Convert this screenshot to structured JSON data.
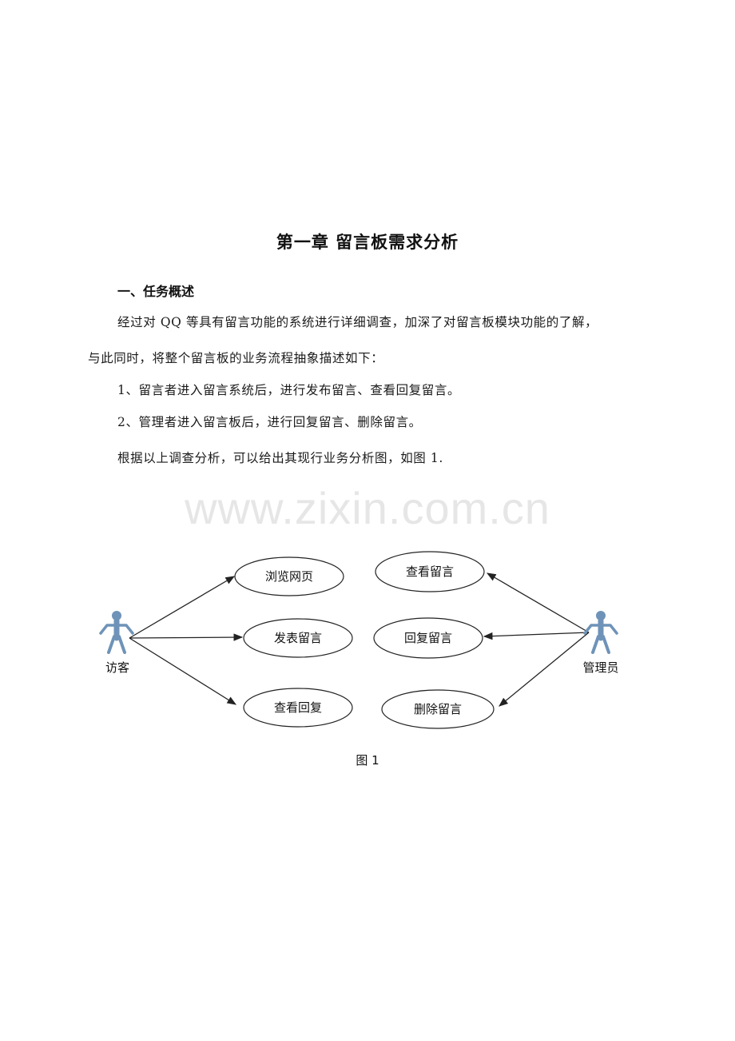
{
  "document": {
    "chapter_title": "第一章 留言板需求分析",
    "section_heading": "一、任务概述",
    "paragraphs": {
      "intro_line1": "经过对 QQ 等具有留言功能的系统进行详细调查，加深了对留言板模块功能的了解，",
      "intro_line2": "与此同时，将整个留言板的业务流程抽象描述如下：",
      "item1": "1、留言者进入留言系统后，进行发布留言、查看回复留言。",
      "item2": "2、管理者进入留言板后，进行回复留言、删除留言。",
      "conclusion": "根据以上调查分析，可以给出其现行业务分析图，如图 1."
    },
    "watermark": "www.zixin.com.cn",
    "figure_caption": "图 1"
  },
  "diagram": {
    "actor_color": "#6f93b8",
    "line_color": "#222222",
    "actors": {
      "visitor": {
        "label": "访客"
      },
      "admin": {
        "label": "管理员"
      }
    },
    "visitor_use_cases": [
      {
        "label": "浏览网页"
      },
      {
        "label": "发表留言"
      },
      {
        "label": "查看回复"
      }
    ],
    "admin_use_cases": [
      {
        "label": "查看留言"
      },
      {
        "label": "回复留言"
      },
      {
        "label": "删除留言"
      }
    ]
  }
}
